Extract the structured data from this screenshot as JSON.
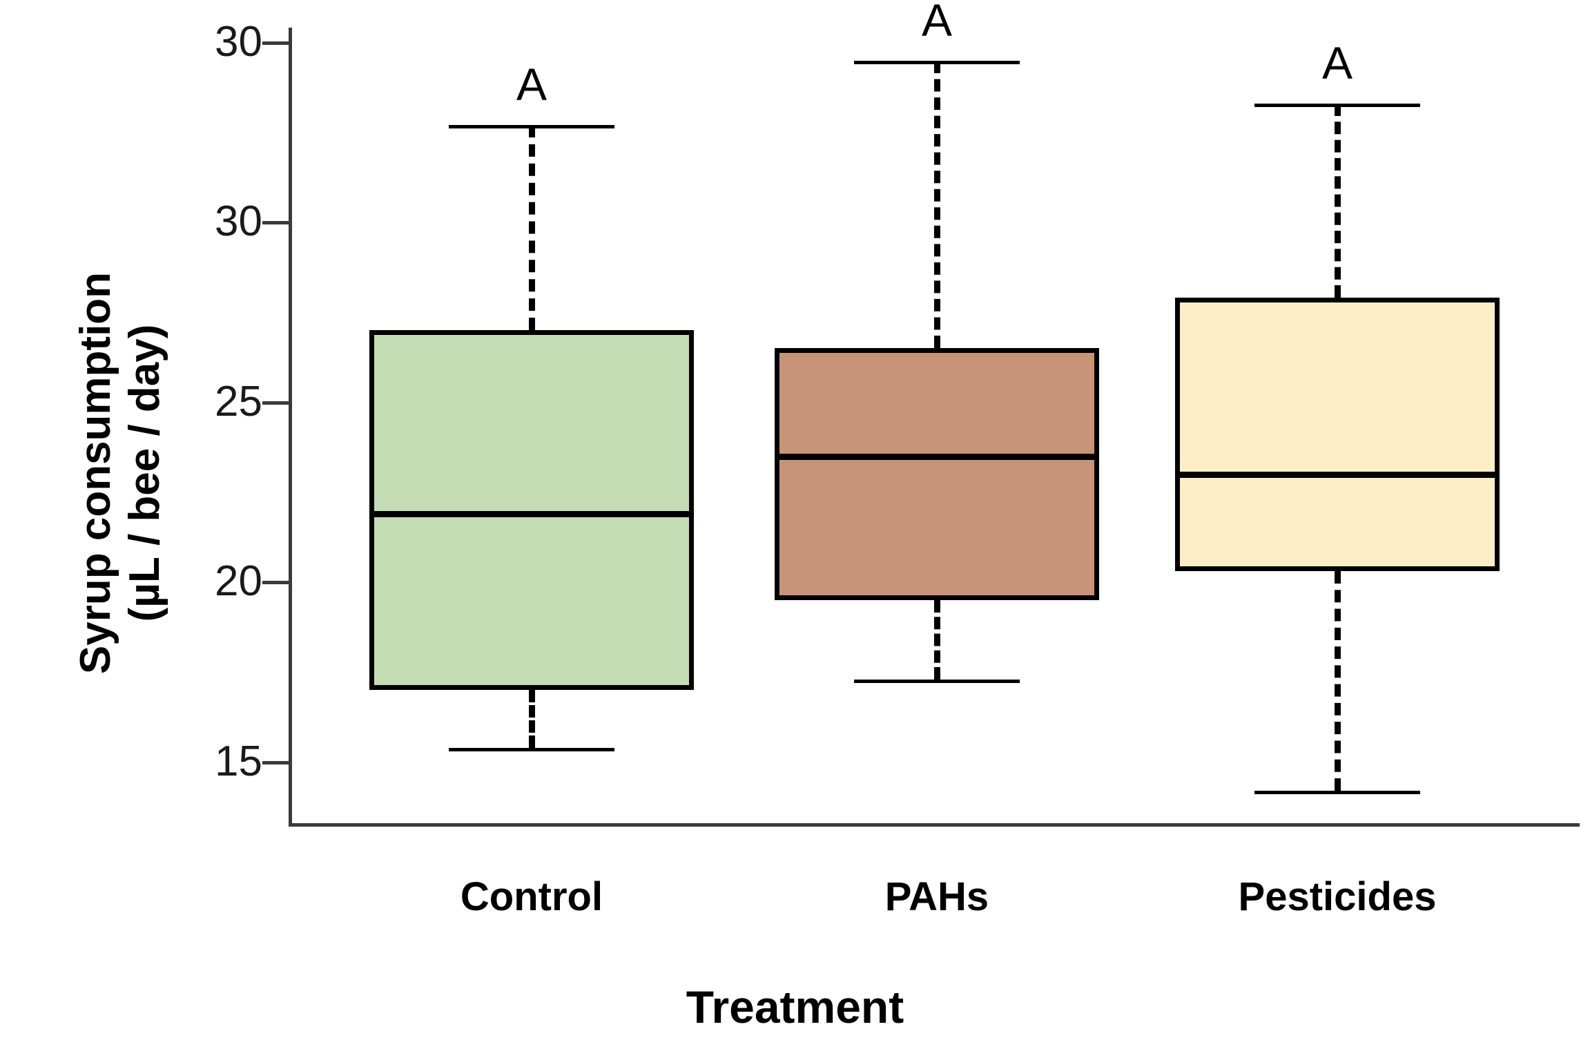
{
  "chart_data": {
    "type": "box",
    "title": "",
    "xlabel": "Treatment",
    "ylabel_line1": "Syrup consumption",
    "ylabel_line2": "(µL / bee / day)",
    "categories": [
      "Control",
      "PAHs",
      "Pesticides"
    ],
    "yticks": [
      "30",
      "30",
      "25",
      "20",
      "15"
    ],
    "ytick_values": [
      35,
      30,
      25,
      20,
      15
    ],
    "ylim": [
      13.5,
      35.8
    ],
    "grid": false,
    "legend": "none",
    "annotations": [
      "A",
      "A",
      "A"
    ],
    "series": [
      {
        "name": "Control",
        "color": "#c5ddb4",
        "significance_letter": "A",
        "whisker_high": 32.7,
        "q3": 27.0,
        "median": 21.9,
        "q1": 17.0,
        "whisker_low": 15.4
      },
      {
        "name": "PAHs",
        "color": "#c79478",
        "significance_letter": "A",
        "whisker_high": 34.5,
        "q3": 26.5,
        "median": 23.5,
        "q1": 19.5,
        "whisker_low": 17.3
      },
      {
        "name": "Pesticides",
        "color": "#fdeec8",
        "significance_letter": "A",
        "whisker_high": 33.3,
        "q3": 27.9,
        "median": 23.0,
        "q1": 20.3,
        "whisker_low": 14.2
      }
    ]
  },
  "axes": {
    "line_color": "#3a3a3a",
    "tick_label_color": "#1a1a1a"
  }
}
